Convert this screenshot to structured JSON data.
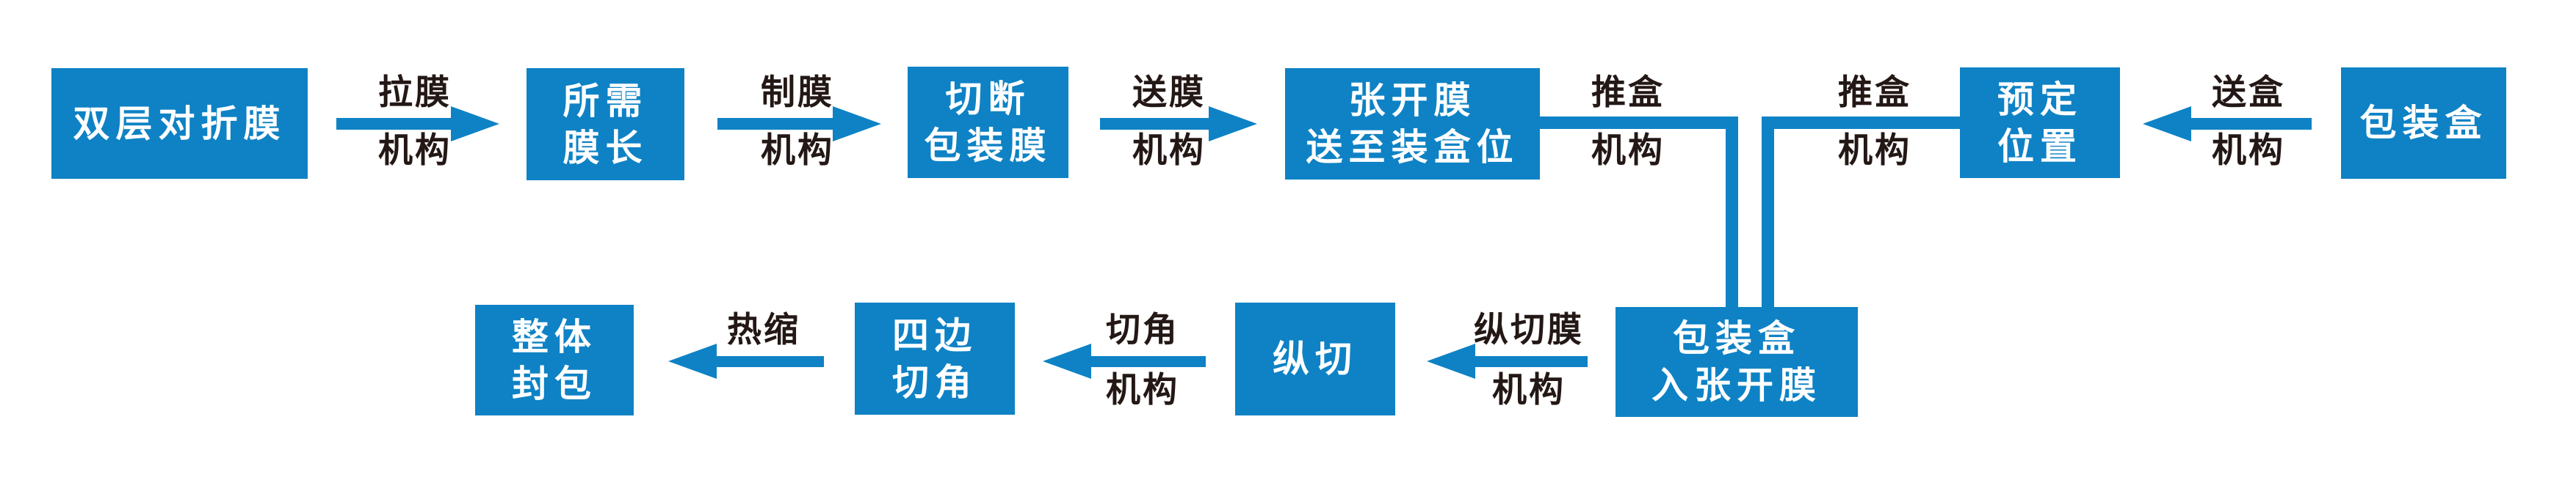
{
  "colors": {
    "accent_blue": "#0E82C5",
    "label_text": "#231815",
    "box_text": "#FFFFFF",
    "background": "#FFFFFF"
  },
  "boxes": [
    {
      "name": "double-folded-film",
      "lines": [
        "双层对折膜"
      ]
    },
    {
      "name": "required-film-length",
      "lines": [
        "所需",
        "膜长"
      ]
    },
    {
      "name": "cut-packaging-film",
      "lines": [
        "切断",
        "包装膜"
      ]
    },
    {
      "name": "open-film-to-boxing-position",
      "lines": [
        "张开膜",
        "送至装盒位"
      ]
    },
    {
      "name": "predetermined-position",
      "lines": [
        "预定",
        "位置"
      ]
    },
    {
      "name": "packaging-box",
      "lines": [
        "包装盒"
      ]
    },
    {
      "name": "overall-sealing",
      "lines": [
        "整体",
        "封包"
      ]
    },
    {
      "name": "four-side-corner-cut",
      "lines": [
        "四边",
        "切角"
      ]
    },
    {
      "name": "longitudinal-cut",
      "lines": [
        "纵切"
      ]
    },
    {
      "name": "box-into-opened-film",
      "lines": [
        "包装盒",
        "入张开膜"
      ]
    }
  ],
  "arrows": [
    {
      "name": "pull-film-mechanism",
      "direction": "right",
      "label_top": "拉膜",
      "label_bottom": "机构"
    },
    {
      "name": "film-making-mechanism",
      "direction": "right",
      "label_top": "制膜",
      "label_bottom": "机构"
    },
    {
      "name": "film-feeding-mechanism",
      "direction": "right",
      "label_top": "送膜",
      "label_bottom": "机构"
    },
    {
      "name": "box-feeding-mechanism",
      "direction": "left",
      "label_top": "送盒",
      "label_bottom": "机构"
    },
    {
      "name": "heat-shrink",
      "direction": "left",
      "label_top": "热缩",
      "label_bottom": ""
    },
    {
      "name": "corner-cutting-mechanism",
      "direction": "left",
      "label_top": "切角",
      "label_bottom": "机构"
    },
    {
      "name": "longitudinal-film-cut-mechanism",
      "direction": "left",
      "label_top": "纵切膜",
      "label_bottom": "机构"
    }
  ],
  "connectors": [
    {
      "name": "push-box-mechanism-left",
      "label_top": "推盒",
      "label_bottom": "机构"
    },
    {
      "name": "push-box-mechanism-right",
      "label_top": "推盒",
      "label_bottom": "机构"
    }
  ]
}
